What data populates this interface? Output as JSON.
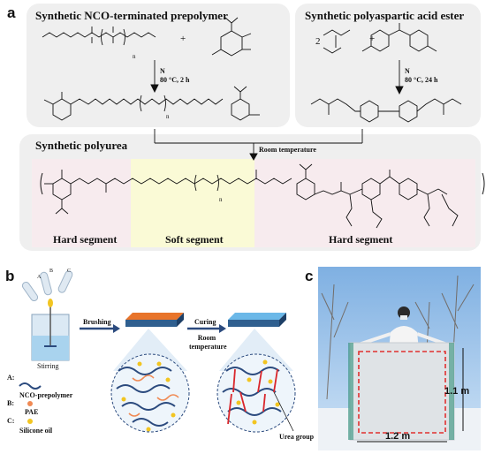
{
  "panels": {
    "a": "a",
    "b": "b",
    "c": "c"
  },
  "panel_a": {
    "prepolymer_title": "Synthetic NCO-terminated prepolymer",
    "pae_title": "Synthetic polyaspartic acid ester",
    "polyurea_title": "Synthetic polyurea",
    "cond_prepolymer_line1": "N",
    "cond_prepolymer_line2": "80 °C, 2 h",
    "cond_pae_line1": "N",
    "cond_pae_line2": "80 °C, 24 h",
    "room_temperature": "Room temperature",
    "hard_segment_left": "Hard segment",
    "soft_segment": "Soft segment",
    "hard_segment_right": "Hard segment",
    "plus": "+",
    "two": "2",
    "n_subscript": "n",
    "colors": {
      "box_bg": "#efefef",
      "hard_bg": "#f7ebee",
      "soft_bg": "#fafad6"
    }
  },
  "panel_b": {
    "brushing": "Brushing",
    "curing": "Curing",
    "room_temperature": "Room temperature",
    "stirring": "Stirring",
    "legend": [
      {
        "key": "A:",
        "label": "NCO-prepolymer"
      },
      {
        "key": "B:",
        "label": "PAE"
      },
      {
        "key": "C:",
        "label": "Silicone oil"
      }
    ],
    "urea_group": "Urea group",
    "tube_labels": [
      "A",
      "B",
      "C"
    ],
    "colors": {
      "prepolymer": "#2b4a7e",
      "pae": "#f08a54",
      "silicone": "#f2c521",
      "crosslink": "#d9262b",
      "coat_orange": "#e8742a",
      "coat_blue": "#6bb8e8"
    }
  },
  "panel_c": {
    "height_label": "1.1 m",
    "width_label": "1.2 m",
    "colors": {
      "dash": "#e0312f"
    }
  }
}
